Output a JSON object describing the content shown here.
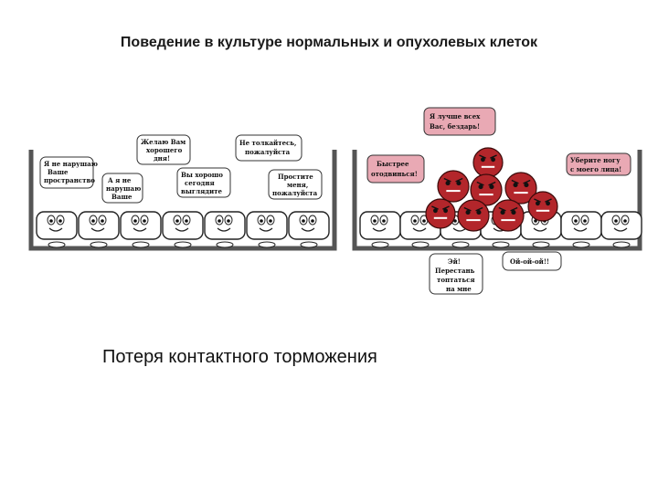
{
  "title": "Поведение в культуре нормальных и опухолевых клеток",
  "caption": "Потеря контактного торможения",
  "colors": {
    "tumor": "#b3262b",
    "pink_bubble": "#e9a9b4",
    "dish": "#555555"
  },
  "normal": {
    "b1": [
      "Я не нарушаю",
      "Ваше",
      "пространство"
    ],
    "b2": [
      "А я не",
      "нарушаю",
      "Ваше"
    ],
    "b3": [
      "Желаю Вам",
      "хорошего",
      "дня!"
    ],
    "b4": [
      "Вы хорошо",
      "сегодня",
      "выглядите"
    ],
    "b5": [
      "Не толкайтесь,",
      "пожалуйста"
    ],
    "b6": [
      "Простите",
      "меня,",
      "пожалуйста"
    ]
  },
  "tumor": {
    "b1": [
      "Я лучше всех",
      "Вас, бездарь!"
    ],
    "b2": [
      "Быстрее",
      "отодвинься!"
    ],
    "b3": [
      "Уберите ногу",
      "с моего лица!"
    ],
    "b4": [
      "Эй!",
      "Перестань",
      "топтаться",
      "на мне"
    ],
    "b5": [
      "Ой-ой-ой!!"
    ]
  }
}
